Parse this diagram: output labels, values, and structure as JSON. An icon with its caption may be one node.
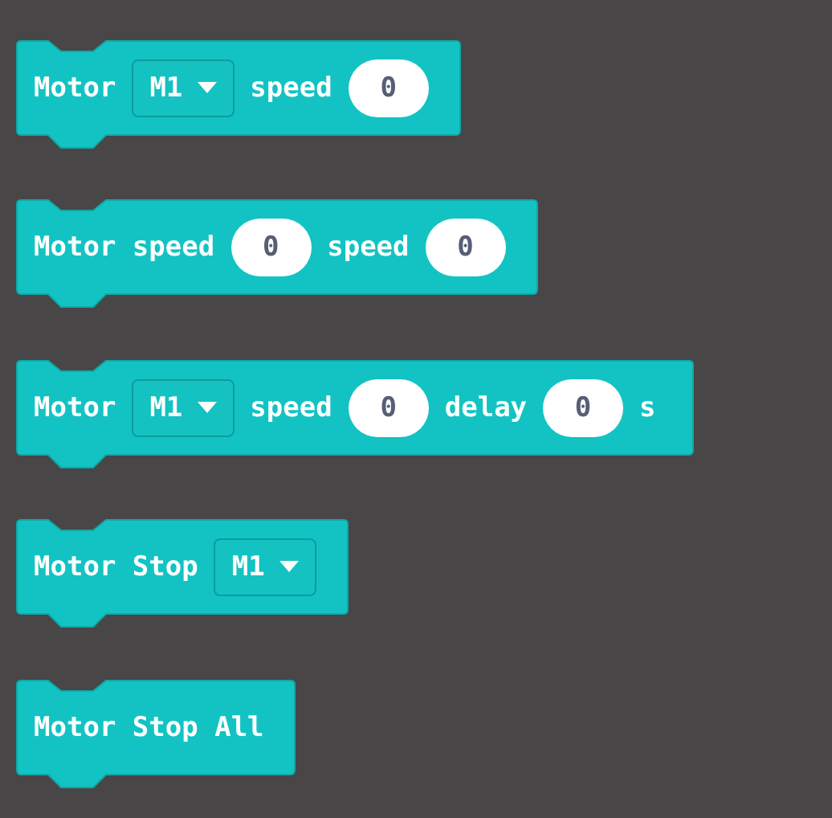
{
  "diagram": {
    "nodes": [
      {
        "text": [
          "Motor",
          "speed"
        ]
      },
      {
        "text": [
          "M1"
        ],
        "in": 0
      },
      {
        "text": [
          "0"
        ],
        "in": 0
      },
      {
        "text": [
          "Motor speed",
          "speed"
        ]
      },
      {
        "text": [
          "0"
        ],
        "in": 3
      },
      {
        "text": [
          "0"
        ],
        "in": 3
      },
      {
        "text": [
          "Motor",
          "speed",
          "delay",
          "s"
        ]
      },
      {
        "text": [
          "M1"
        ],
        "in": 6
      },
      {
        "text": [
          "0"
        ],
        "in": 6
      },
      {
        "text": [
          "0"
        ],
        "in": 6
      },
      {
        "text": [
          "Motor Stop"
        ]
      },
      {
        "text": [
          "M1"
        ],
        "in": 10
      },
      {
        "text": [
          "Motor Stop All"
        ]
      }
    ]
  }
}
